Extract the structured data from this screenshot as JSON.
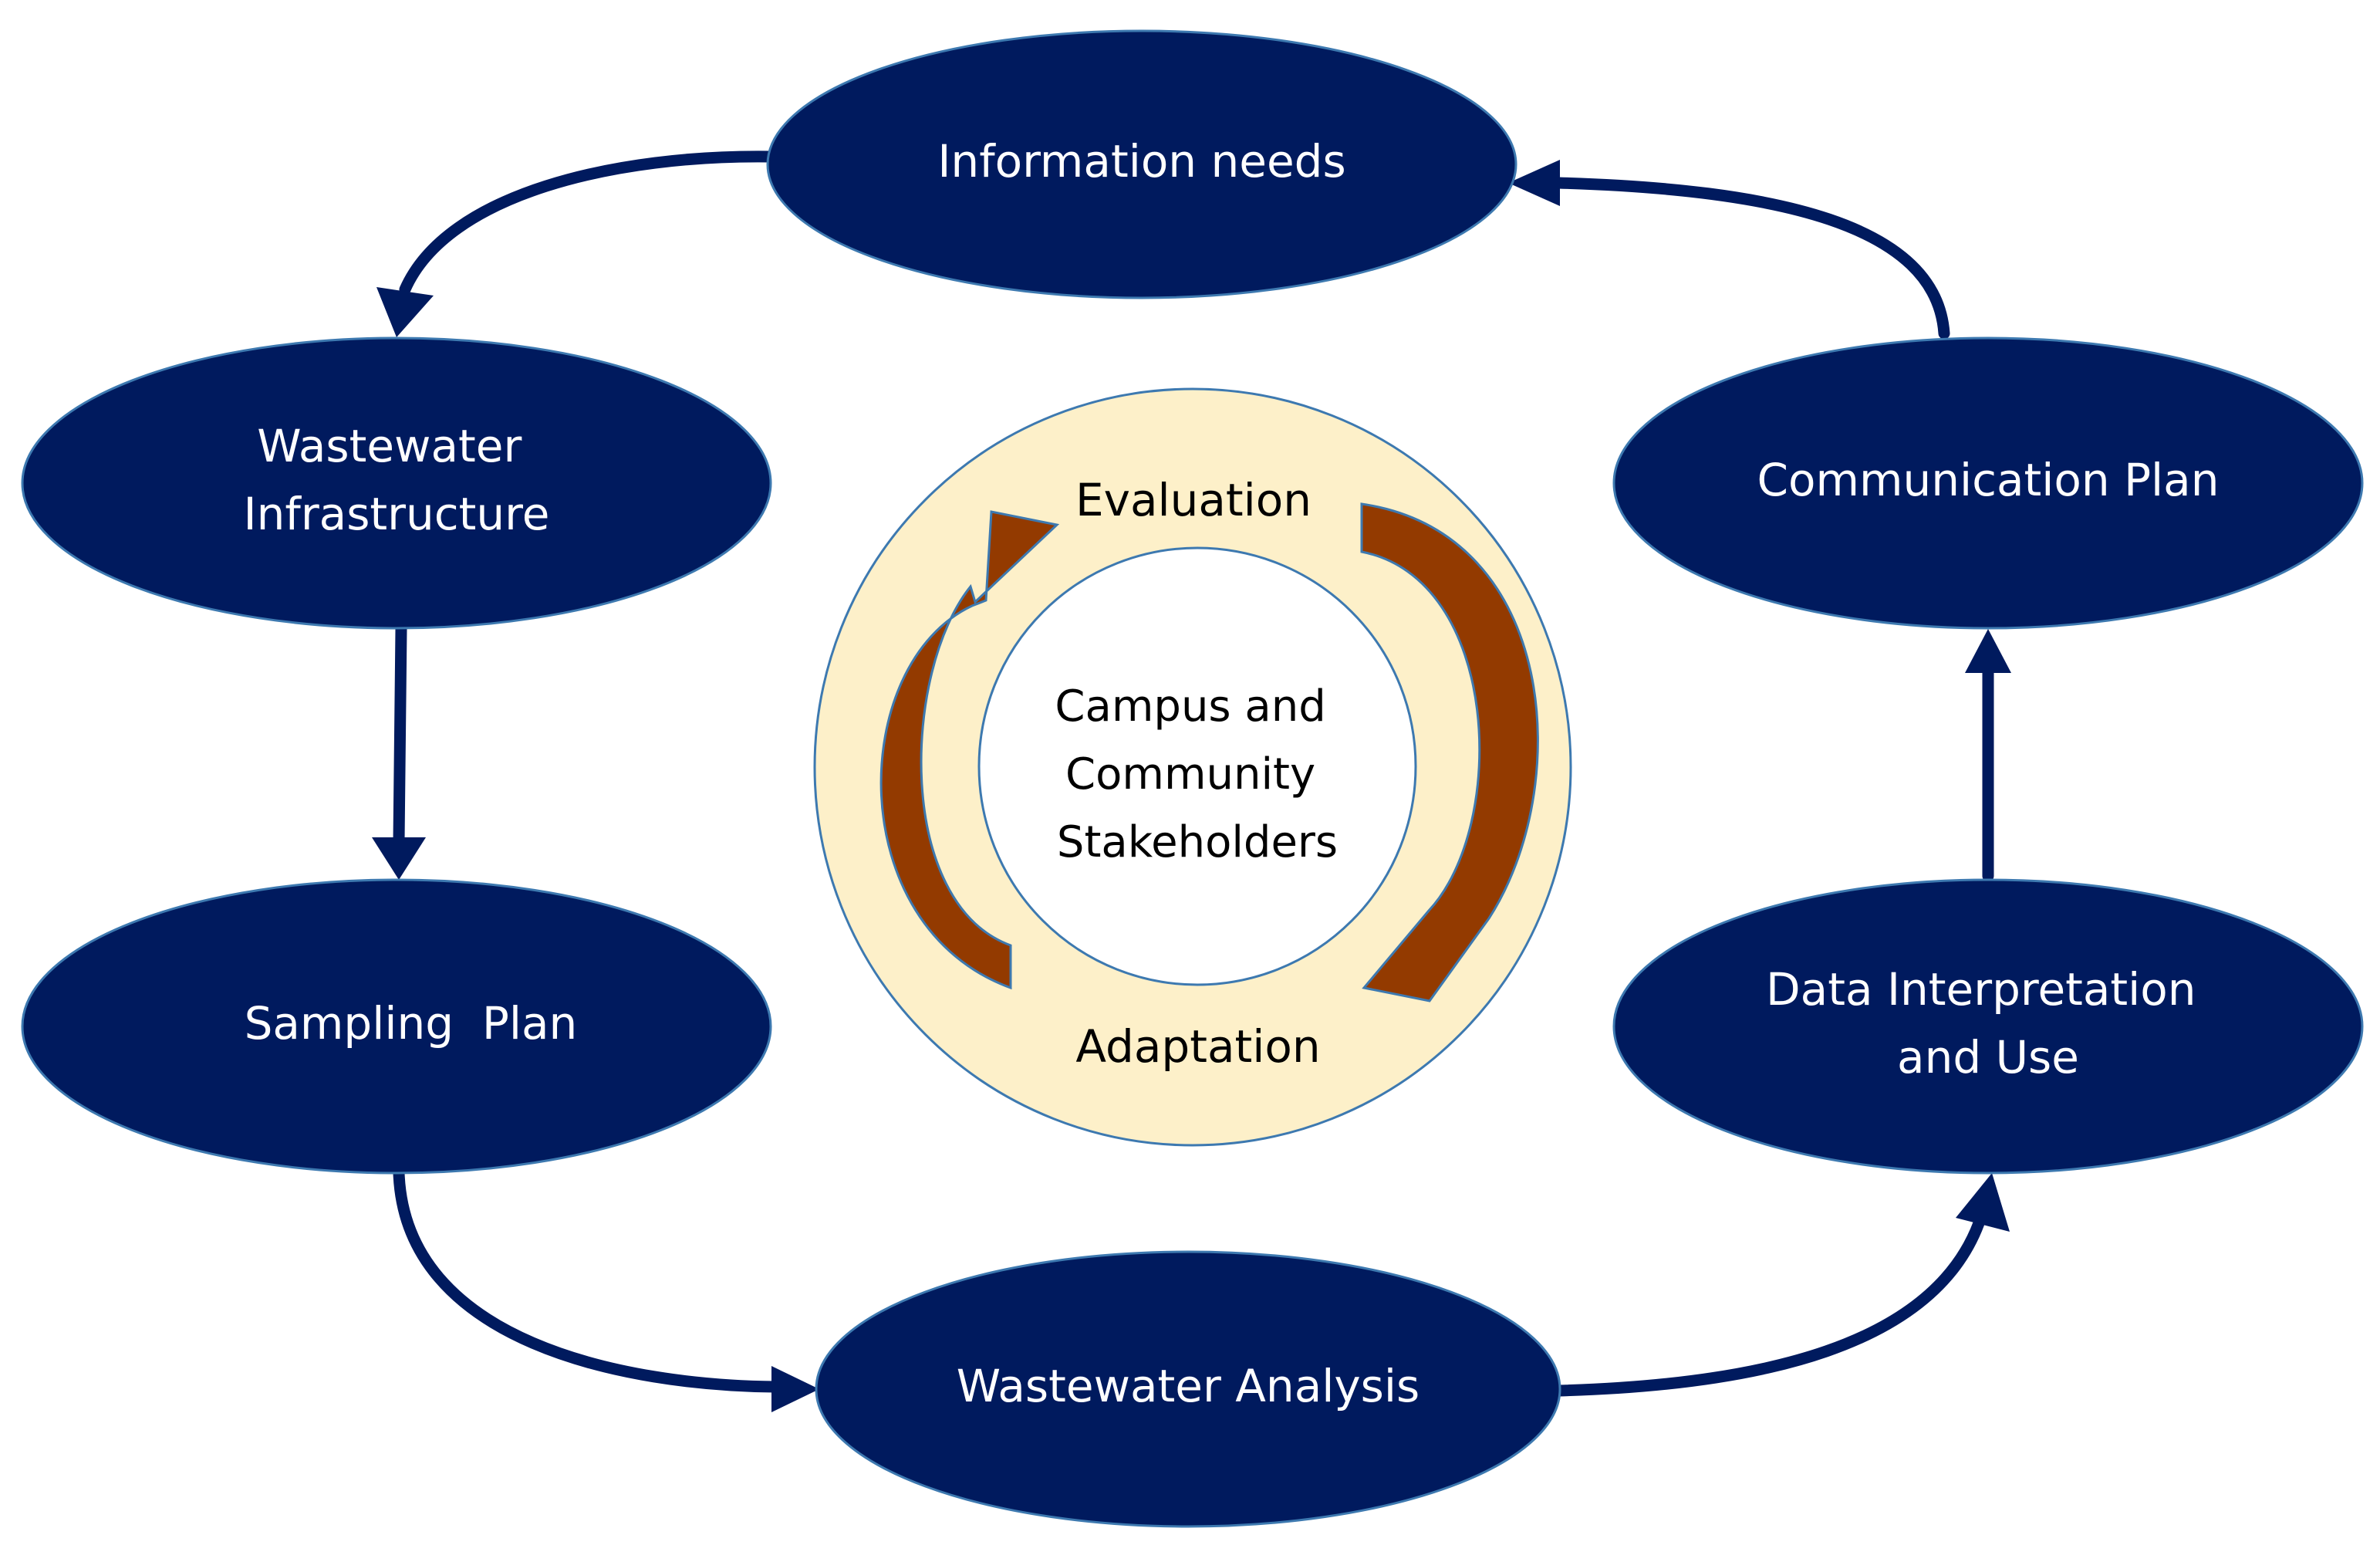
{
  "colors": {
    "node_fill": "#001a5e",
    "node_border": "#3d79b0",
    "ring_fill": "#fdf0c9",
    "cycle_arrow": "#933a00"
  },
  "nodes": {
    "information_needs": [
      "Information needs"
    ],
    "wastewater_infrastructure": [
      "Wastewater",
      "Infrastructure"
    ],
    "sampling_plan": [
      "Sampling  Plan"
    ],
    "wastewater_analysis": [
      "Wastewater Analysis"
    ],
    "data_interpretation": [
      "Data Interpretation",
      "and Use"
    ],
    "communication_plan": [
      "Communication Plan"
    ]
  },
  "center": {
    "stakeholders": [
      "Campus and",
      "Community",
      "Stakeholders"
    ],
    "evaluation_label": "Evaluation",
    "adaptation_label": "Adaptation"
  }
}
